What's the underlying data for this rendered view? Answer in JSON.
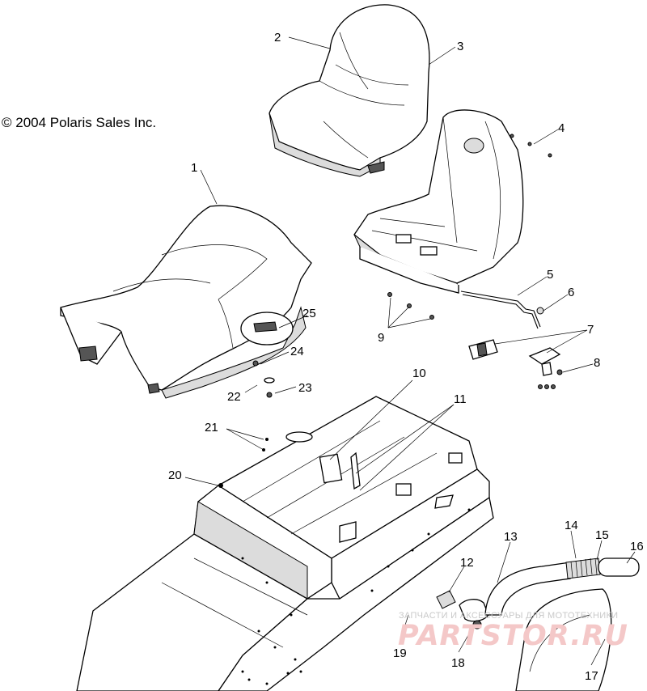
{
  "copyright": "© 2004 Polaris Sales Inc.",
  "watermark": {
    "tagline": "ЗАПЧАСТИ И АКСЕССУАРЫ ДЛЯ МОТОТЕХНИКИ",
    "logo": "PARTSTOR.RU"
  },
  "callouts": [
    "1",
    "2",
    "3",
    "4",
    "5",
    "6",
    "7",
    "8",
    "9",
    "10",
    "11",
    "12",
    "13",
    "14",
    "15",
    "16",
    "17",
    "18",
    "19",
    "20",
    "21",
    "22",
    "23",
    "24",
    "25"
  ]
}
